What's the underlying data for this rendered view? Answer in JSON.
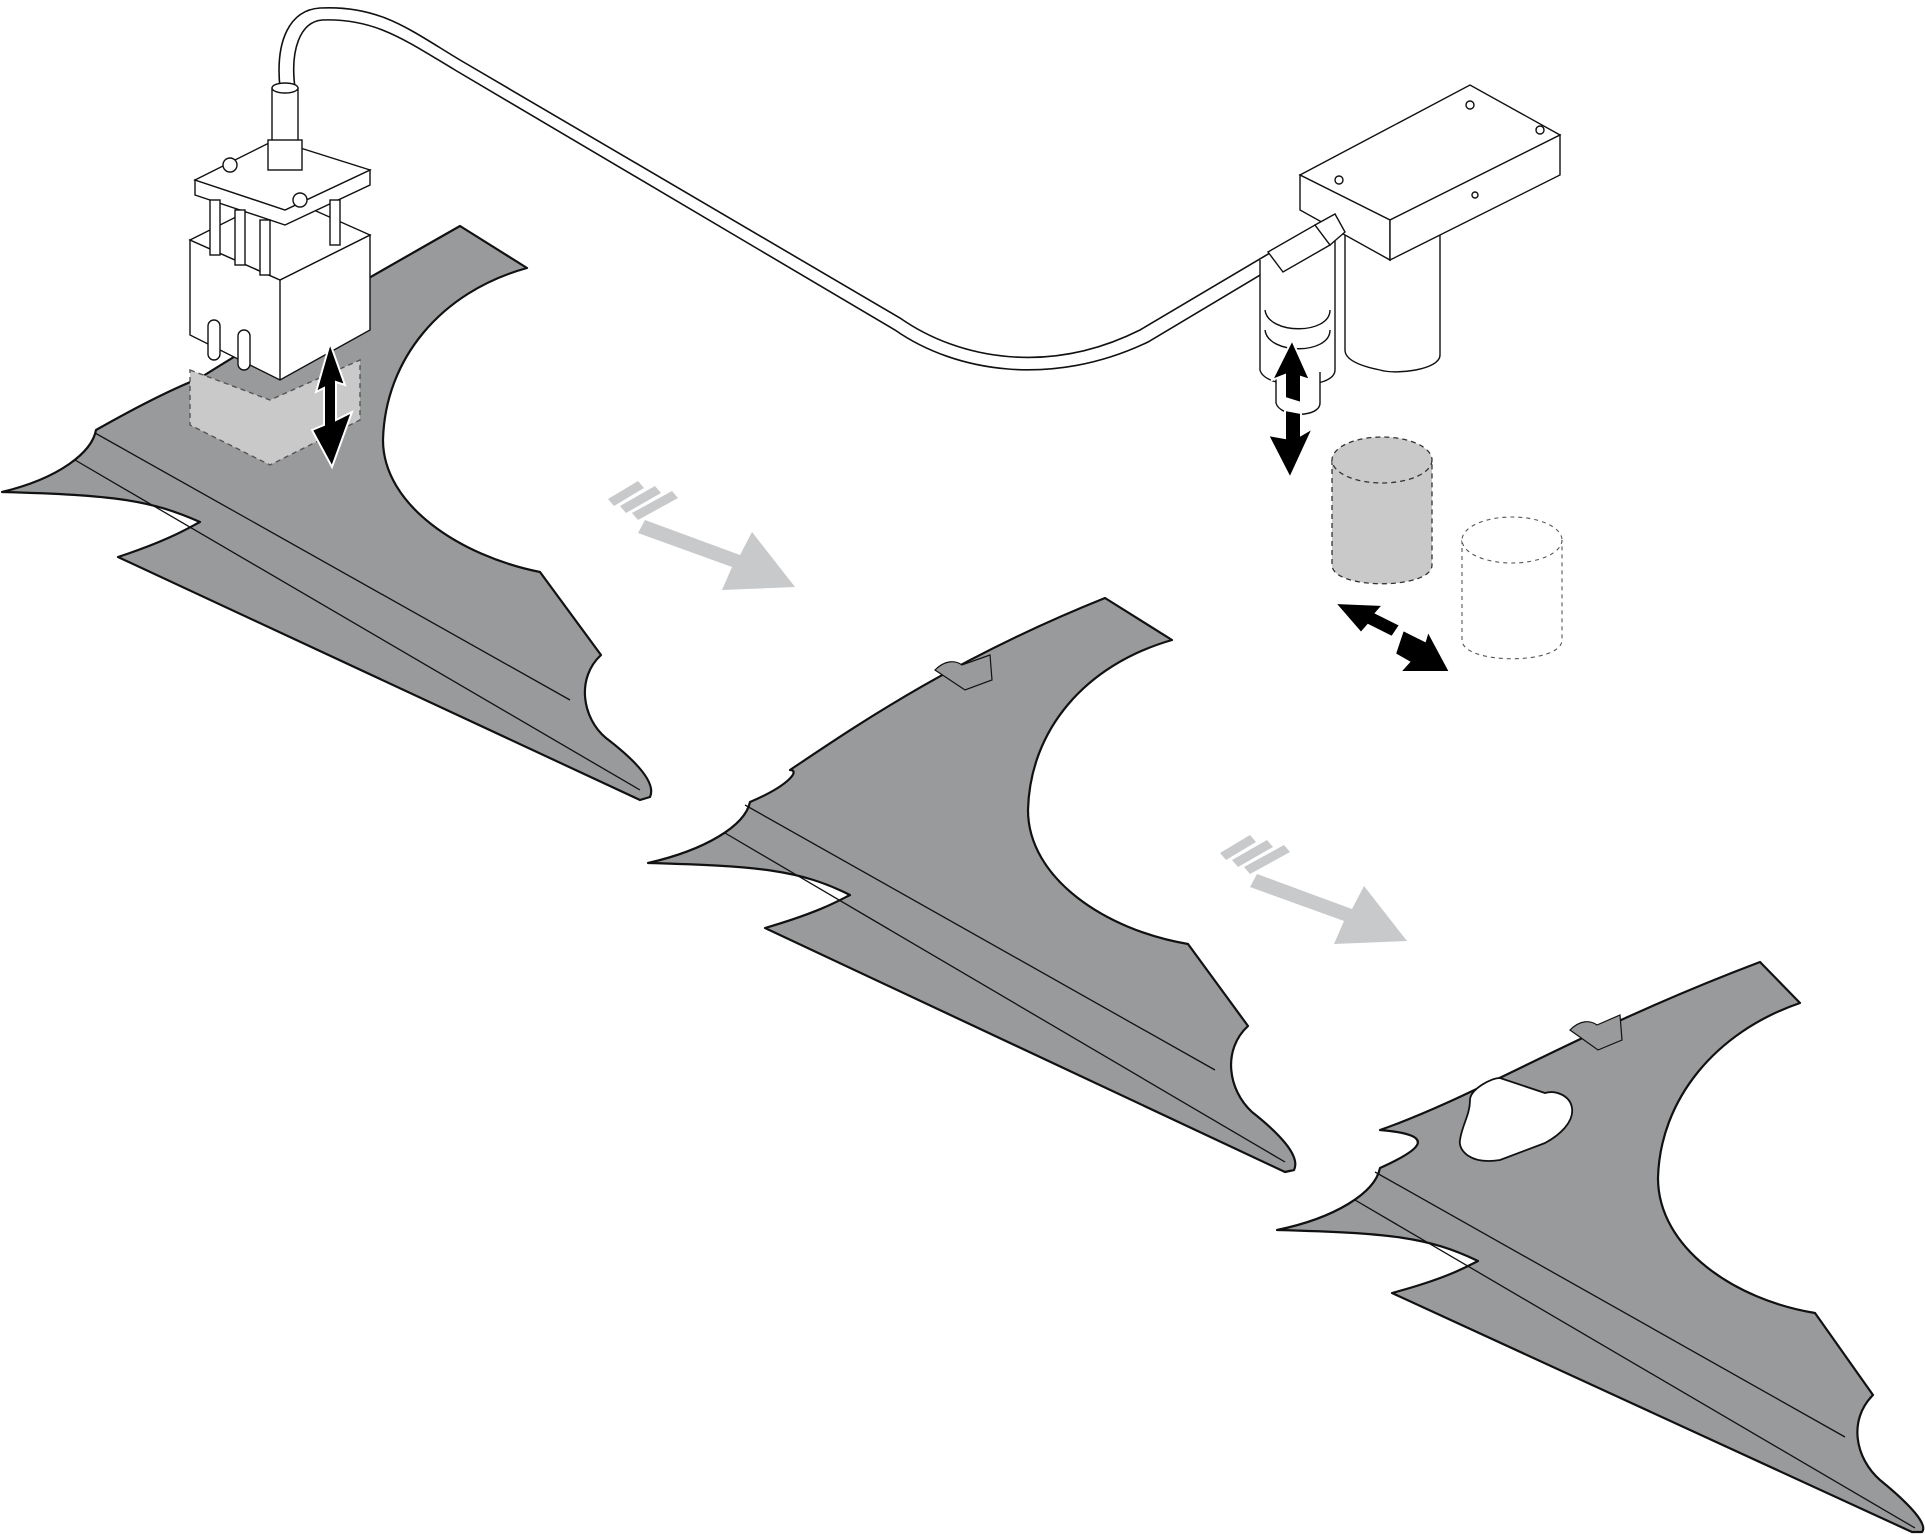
{
  "diagram": {
    "steps": [
      {
        "name": "panel-stage-1",
        "notch": false,
        "hole": false
      },
      {
        "name": "panel-stage-2",
        "notch": true,
        "hole": false
      },
      {
        "name": "panel-stage-3",
        "notch": true,
        "hole": true
      }
    ],
    "icons": [
      "punch-head-icon",
      "hydraulic-hose-icon",
      "hydraulic-cylinder-icon",
      "vertical-motion-arrow-icon",
      "horizontal-motion-arrow-icon",
      "process-flow-arrow-icon"
    ],
    "colors": {
      "panel_fill": "#999a9c",
      "outline": "#111111",
      "flow_arrow": "#c8c9cb",
      "ghost_fill": "#c9c9c9",
      "arrow_fill": "#000000",
      "background": "#ffffff"
    }
  }
}
